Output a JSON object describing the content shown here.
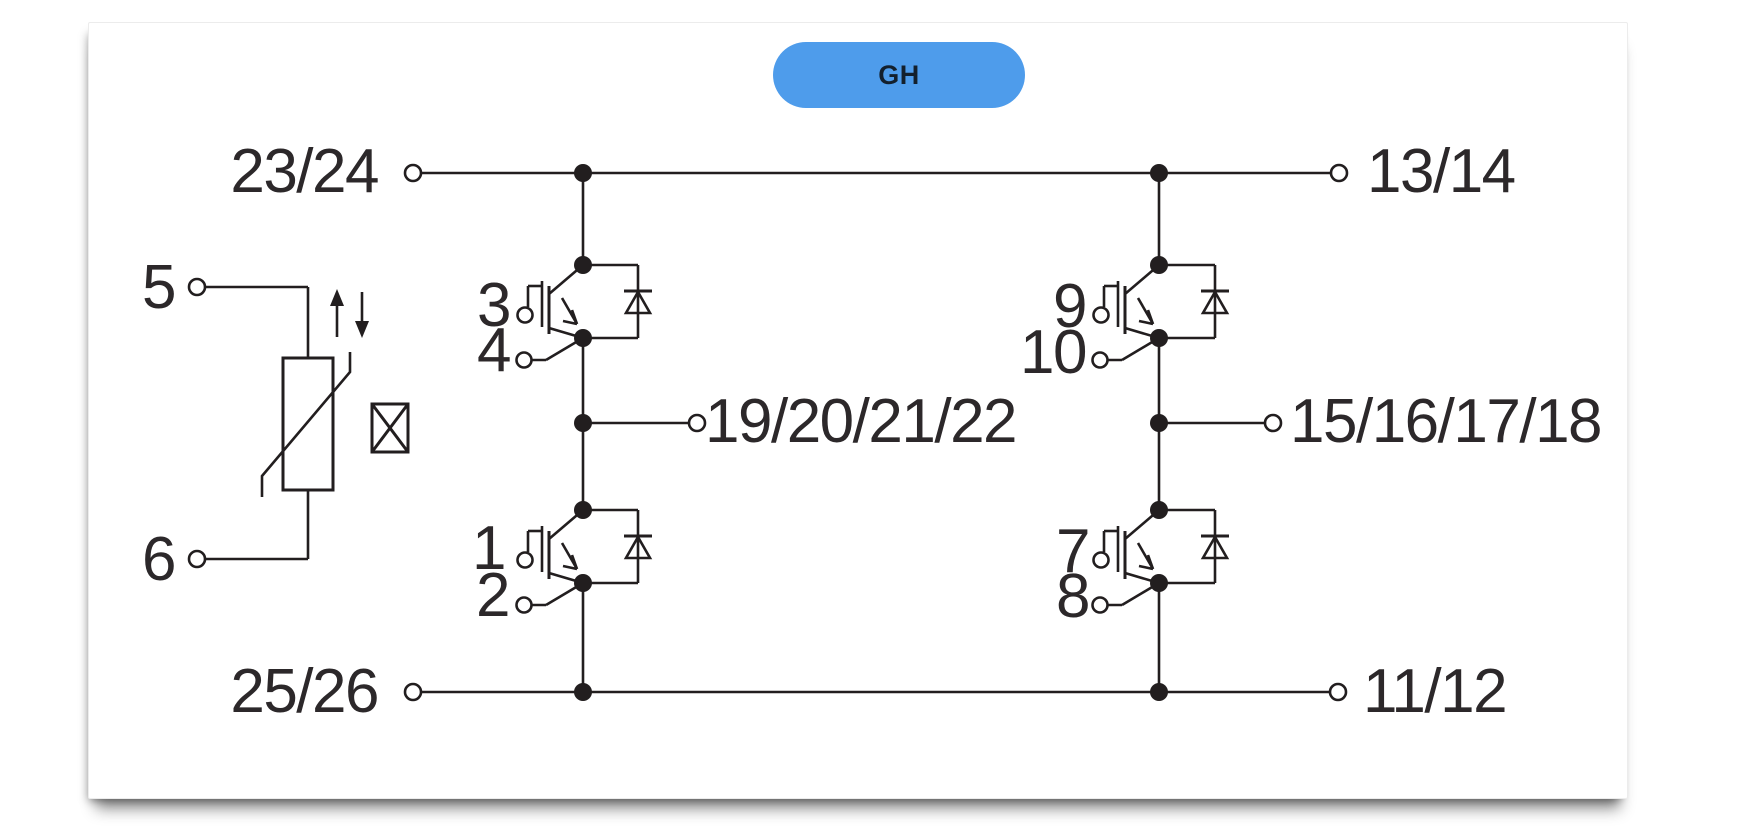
{
  "badge": {
    "label": "GH",
    "bg_color": "#4e9ceb",
    "text_color": "#13202d"
  },
  "schematic": {
    "line_color": "#221e1f",
    "text_color": "#2c282a",
    "labels": {
      "dc_plus_left": "23/24",
      "dc_plus_right": "13/14",
      "dc_minus_left": "25/26",
      "dc_minus_right": "11/12",
      "phase_left": "19/20/21/22",
      "phase_right": "15/16/17/18",
      "ntc_top": "5",
      "ntc_bottom": "6",
      "q1_gate": "3",
      "q1_aux_emitter": "4",
      "q2_gate": "1",
      "q2_aux_emitter": "2",
      "q3_gate": "9",
      "q3_aux_emitter": "10",
      "q4_gate": "7",
      "q4_aux_emitter": "8"
    }
  }
}
